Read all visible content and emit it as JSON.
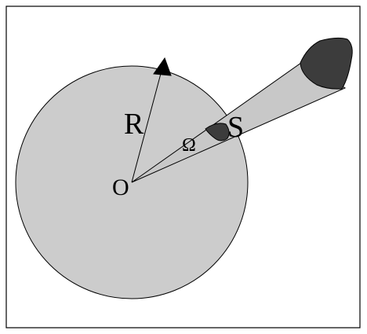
{
  "labels": {
    "radius": "R",
    "origin": "O",
    "solid_angle": "Ω",
    "surface": "S"
  },
  "colors": {
    "sphere_fill": "#cccccc",
    "cone_fill": "#c8c8c8",
    "blob_fill": "#3c3c3c",
    "stroke": "#000000",
    "frame": "#000000"
  }
}
